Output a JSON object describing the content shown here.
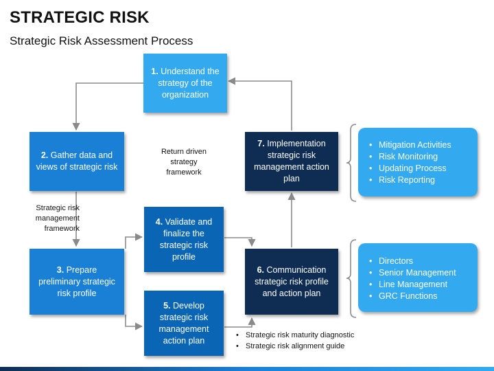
{
  "header": {
    "title": "STRATEGIC RISK",
    "subtitle": "Strategic Risk Assessment Process"
  },
  "steps": [
    {
      "num": "1.",
      "text": "Understand the strategy of the organization"
    },
    {
      "num": "2.",
      "text": "Gather data and views of strategic risk"
    },
    {
      "num": "3.",
      "text": "Prepare preliminary strategic risk profile"
    },
    {
      "num": "4.",
      "text": "Validate and finalize the strategic risk profile"
    },
    {
      "num": "5.",
      "text": "Develop strategic risk management action plan"
    },
    {
      "num": "6.",
      "text": "Communication strategic risk profile and action plan"
    },
    {
      "num": "7.",
      "text": "Implementation strategic risk management action plan"
    }
  ],
  "notes": {
    "return_driven": "Return driven strategy framework",
    "risk_framework": "Strategic risk management framework"
  },
  "panel_top": {
    "items": [
      "Mitigation Activities",
      "Risk Monitoring",
      "Updating Process",
      "Risk Reporting"
    ]
  },
  "panel_bottom": {
    "items": [
      "Directors",
      "Senior Management",
      "Line Management",
      "GRC Functions"
    ]
  },
  "footer_bullets": [
    "Strategic risk maturity diagnostic",
    "Strategic risk alignment guide"
  ],
  "colors": {
    "light": "#33aaf0",
    "mid": "#1a80d6",
    "blue": "#0a66b5",
    "dark": "#0f2d52",
    "connector": "#8a8a8a"
  }
}
